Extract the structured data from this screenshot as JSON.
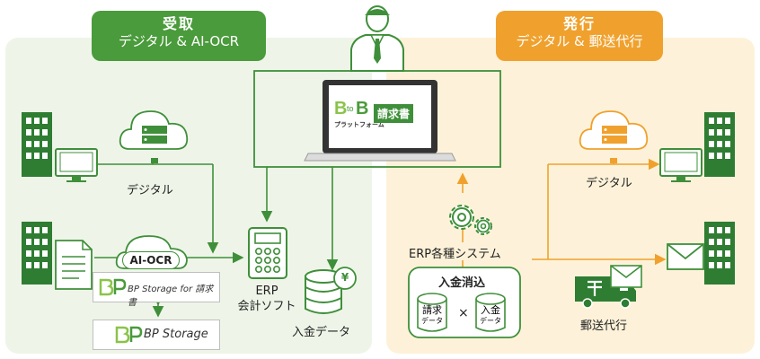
{
  "receive": {
    "title": "受取",
    "subtitle": "デジタル & AI-OCR",
    "digital_label": "デジタル",
    "ai_ocr_label": "AI-OCR",
    "bp_storage_for": "BP Storage for 請求書",
    "bp_storage": "BP Storage",
    "erp_label_line1": "ERP",
    "erp_label_line2": "会計ソフト",
    "deposit_data_label": "入金データ"
  },
  "issue": {
    "title": "発行",
    "subtitle": "デジタル & 郵送代行",
    "digital_label": "デジタル",
    "erp_systems_label": "ERP各種システム",
    "reconcile_title": "入金消込",
    "invoice_data_line1": "請求",
    "invoice_data_line2": "データ",
    "times": "×",
    "deposit_data_line1": "入金",
    "deposit_data_line2": "データ",
    "mail_service_label": "郵送代行"
  },
  "laptop": {
    "logo_b1": "B",
    "logo_to": "to",
    "logo_b2": "B",
    "logo_sub": "プラットフォーム",
    "logo_invoice": "請求書"
  },
  "yen_symbol": "¥",
  "colors": {
    "green": "#3f8f3a",
    "green_dark": "#2e7d32",
    "orange": "#f0a12d",
    "receive_bg": "#eef5e8",
    "issue_bg": "#fdf2d9"
  }
}
